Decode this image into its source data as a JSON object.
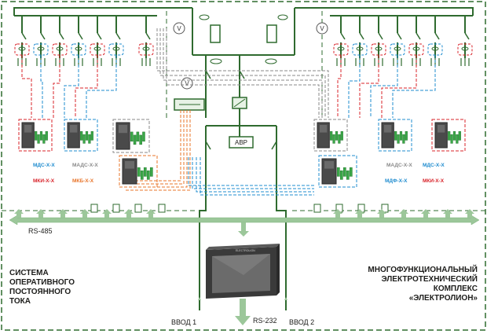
{
  "left_caption": [
    "СИСТЕМА",
    "ОПЕРАТИВНОГО",
    "ПОСТОЯННОГО",
    "ТОКА"
  ],
  "right_caption": [
    "МНОГОФУНКЦИОНАЛЬНЫЙ",
    "ЭЛЕКТРОТЕХНИЧЕСКИЙ",
    "КОМПЛЕКС",
    "«ЭЛЕКТРОЛИОН»"
  ],
  "bus_label": "RS-485",
  "rs232_label": "RS-232",
  "input1_label": "ВВОД 1",
  "input2_label": "ВВОД 2",
  "avr_label": "АВР",
  "voltmeter_symbol": "V",
  "panel_brand": "ELECTROLION",
  "modules": {
    "left_mds": "МДС-Х-Х",
    "left_mki": "МКИ-Х-Х",
    "left_mads": "МАДС-Х-Х",
    "left_mkb": "МКБ-Х-Х",
    "right_mads": "МАДС-Х-Х",
    "right_mds": "МДС-Х-Х",
    "right_mdf": "МДФ-Х-Х",
    "right_mki": "МКИ-Х-Х"
  },
  "colors": {
    "bus_green": "#2f6b2f",
    "light_green": "#9cc79a",
    "red": "#d8232a",
    "blue": "#1f8ccf",
    "orange": "#e8742a",
    "gray": "#8a8a8a"
  }
}
